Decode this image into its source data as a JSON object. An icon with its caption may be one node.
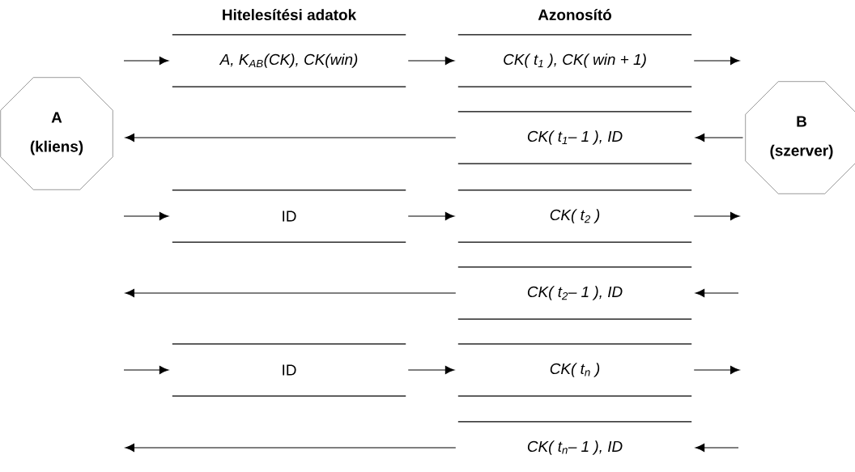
{
  "diagram": {
    "nodes": [
      {
        "text": [
          "A",
          "(kliens)"
        ]
      },
      {
        "text": [
          "B",
          "(szerver)"
        ]
      },
      {
        "text": [
          "A, K$_{AB}$(CK), CK(win)"
        ]
      },
      {
        "text": [
          "CK( t$_{1}$ ), CK( win + 1)"
        ]
      },
      {
        "text": [
          "CK( t$_{1}$– 1 ), ID"
        ]
      },
      {
        "text": [
          "ID"
        ]
      },
      {
        "text": [
          "CK( t$_{2}$ )"
        ]
      },
      {
        "text": [
          "CK( t$_{2}$– 1 ), ID"
        ]
      },
      {
        "text": [
          "ID"
        ]
      },
      {
        "text": [
          "CK( t$_{n}$ )"
        ]
      },
      {
        "text": [
          "CK( t$_{n}$– 1 ), ID"
        ]
      }
    ],
    "edges": [
      {
        "from": null,
        "to": 2,
        "arrow": "to"
      },
      {
        "from": 2,
        "to": 3,
        "arrow": "to"
      },
      {
        "from": 3,
        "to": null,
        "arrow": "to"
      },
      {
        "from": 1,
        "to": 4,
        "arrow": "to"
      },
      {
        "from": 4,
        "to": null,
        "arrow": "to"
      },
      {
        "from": null,
        "to": 5,
        "arrow": "to"
      },
      {
        "from": 5,
        "to": 6,
        "arrow": "to"
      },
      {
        "from": 6,
        "to": null,
        "arrow": "to"
      },
      {
        "from": null,
        "to": 7,
        "arrow": "to"
      },
      {
        "from": 7,
        "to": null,
        "arrow": "to"
      },
      {
        "from": null,
        "to": 8,
        "arrow": "to"
      },
      {
        "from": 8,
        "to": 9,
        "arrow": "to"
      },
      {
        "from": 9,
        "to": null,
        "arrow": "to"
      },
      {
        "from": null,
        "to": 10,
        "arrow": "to"
      },
      {
        "from": 10,
        "to": null,
        "arrow": "to"
      }
    ],
    "labels": [
      "Hitelesítési adatok",
      "Azonosító"
    ]
  }
}
